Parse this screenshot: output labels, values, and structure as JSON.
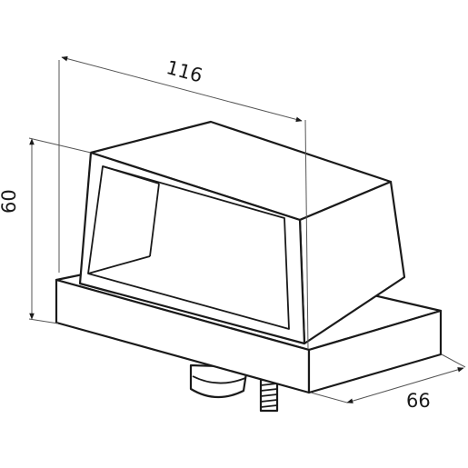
{
  "drawing": {
    "dimensions": {
      "length": "116",
      "height": "60",
      "width": "66"
    }
  }
}
